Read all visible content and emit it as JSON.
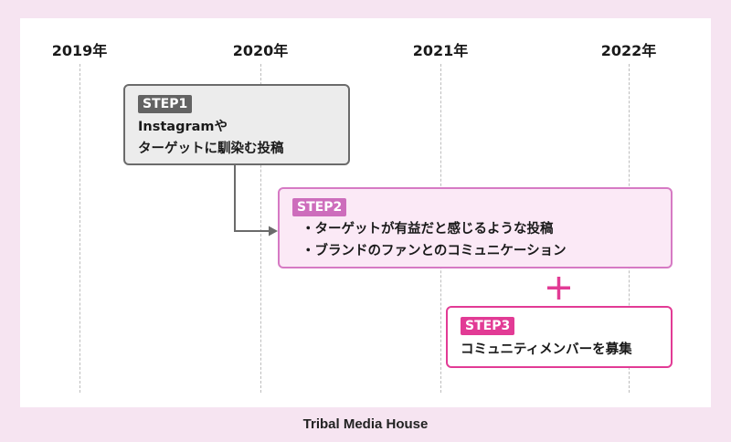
{
  "years": [
    "2019年",
    "2020年",
    "2021年",
    "2022年"
  ],
  "step1": {
    "tag": "STEP1",
    "lines": [
      "Instagramや",
      "ターゲットに馴染む投稿"
    ]
  },
  "step2": {
    "tag": "STEP2",
    "lines": [
      "・ターゲットが有益だと感じるような投稿",
      "・ブランドのファンとのコミュニケーション"
    ]
  },
  "step3": {
    "tag": "STEP3",
    "lines": [
      "コミュニティメンバーを募集"
    ]
  },
  "plus_symbol": "+",
  "footer": "Tribal Media House",
  "colors": {
    "background": "#f6e4f1",
    "step1_border": "#6b6b6b",
    "step2_border": "#d67ac4",
    "step3_border": "#e23b95",
    "plus": "#e23b95",
    "arrow": "#6b6b6b"
  }
}
